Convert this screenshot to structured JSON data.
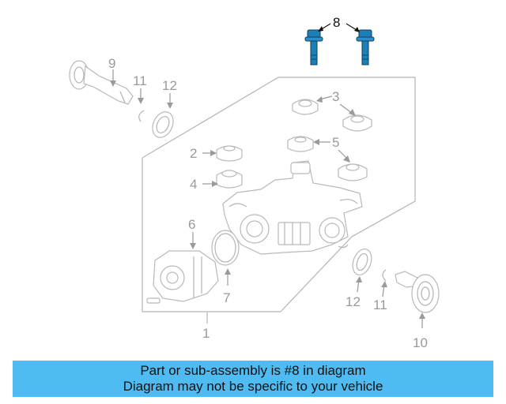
{
  "diagram": {
    "callouts": {
      "c1": "1",
      "c2": "2",
      "c3": "3",
      "c4": "4",
      "c5": "5",
      "c6": "6",
      "c7": "7",
      "c8": "8",
      "c9": "9",
      "c10": "10",
      "c11a": "11",
      "c11b": "11",
      "c12a": "12",
      "c12b": "12"
    },
    "highlighted_part": "8",
    "colors": {
      "highlight": "#1e7fb8",
      "parts": "#b9b9b9",
      "banner": "#4ebcf2"
    }
  },
  "banner": {
    "line1": "Part or sub-assembly is #8 in diagram",
    "line2": "Diagram may not be specific to your vehicle"
  }
}
